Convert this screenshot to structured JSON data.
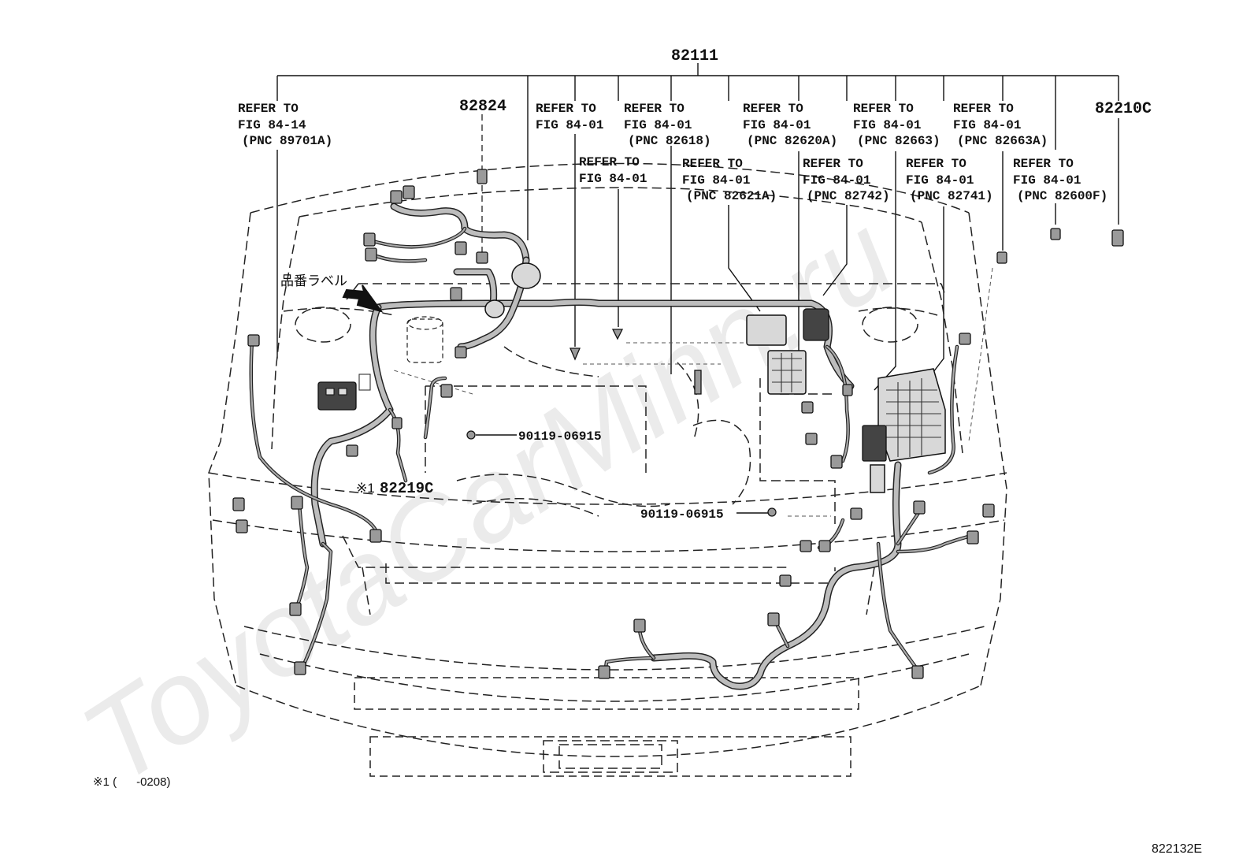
{
  "header": {
    "main_callout": "82111"
  },
  "left_ref": {
    "line1": "REFER TO",
    "line2": "FIG 84-14",
    "line3": "(PNC 89701A)"
  },
  "callouts": {
    "c82824": "82824",
    "c82210c": "82210C"
  },
  "refs_row1": [
    {
      "line1": "REFER TO",
      "line2": "FIG 84-01",
      "line3": ""
    },
    {
      "line1": "REFER TO",
      "line2": "FIG 84-01",
      "line3": "(PNC 82618)"
    },
    {
      "line1": "REFER TO",
      "line2": "FIG 84-01",
      "line3": "(PNC 82620A)"
    },
    {
      "line1": "REFER TO",
      "line2": "FIG 84-01",
      "line3": "(PNC 82663)"
    },
    {
      "line1": "REFER TO",
      "line2": "FIG 84-01",
      "line3": "(PNC 82663A)"
    }
  ],
  "refs_row2": [
    {
      "line1": "REFER TO",
      "line2": "FIG 84-01",
      "line3": ""
    },
    {
      "line1": "REFER TO",
      "line2": "FIG 84-01",
      "line3": "(PNC 82621A)"
    },
    {
      "line1": "REFER TO",
      "line2": "FIG 84-01",
      "line3": "(PNC 82742)"
    },
    {
      "line1": "REFER TO",
      "line2": "FIG 84-01",
      "line3": "(PNC 82741)"
    },
    {
      "line1": "REFER TO",
      "line2": "FIG 84-01",
      "line3": "(PNC 82600F)"
    }
  ],
  "labels": {
    "part_label_jp": "品番ラベル",
    "bolt_1": "90119-06915",
    "bolt_2": "90119-06915",
    "note_marker": "※1",
    "part_82219c": "82219C"
  },
  "footer": {
    "note": "※1 (      -0208)",
    "figure_number": "822132E"
  },
  "watermark": "ToyotaCarMinn.ru"
}
